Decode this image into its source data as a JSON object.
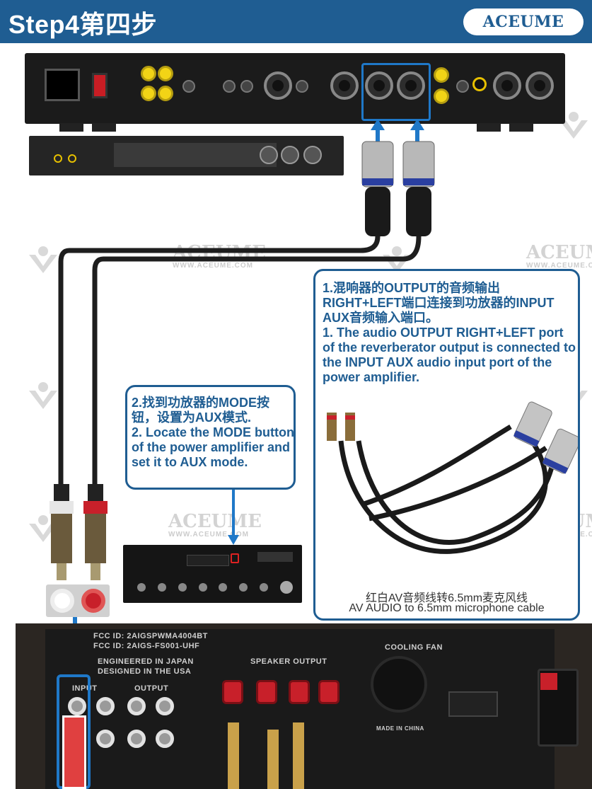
{
  "header": {
    "step_title": "Step4第四步",
    "logo": "ACEUME"
  },
  "watermark": {
    "brand": "ACEUME",
    "url": "WWW.ACEUME.COM"
  },
  "callout_output": {
    "cn": "1.混响器的OUTPUT的音频输出RIGHT+LEFT端口连接到功放器的INPUT AUX音频输入端口。",
    "en": "1. The audio OUTPUT RIGHT+LEFT port of the reverberator output is connected to the INPUT AUX audio input port of the power amplifier.",
    "caption_cn": "红白AV音频线转6.5mm麦克风线",
    "caption_en": "AV AUDIO to 6.5mm microphone cable"
  },
  "callout_mode": {
    "cn": "2.找到功放器的MODE按钮，设置为AUX模式.",
    "en": "2. Locate the MODE button of the power amplifier and set it to AUX mode."
  },
  "rear_panel": {
    "fcc1": "FCC ID: 2AIGSPWMA4004BT",
    "fcc2": "FCC ID: 2AIGS-FS001-UHF",
    "engineered": "ENGINEERED IN JAPAN",
    "designed": "DESIGNED IN THE USA",
    "speaker_output": "SPEAKER   OUTPUT",
    "input": "INPUT",
    "output": "OUTPUT",
    "cooling_fan": "COOLING FAN",
    "made_in": "MADE IN CHINA"
  },
  "colors": {
    "header_blue": "#1f5d92",
    "highlight_blue": "#1f78c8",
    "rca_red": "#c8202a",
    "rca_yellow": "#f2d416"
  }
}
